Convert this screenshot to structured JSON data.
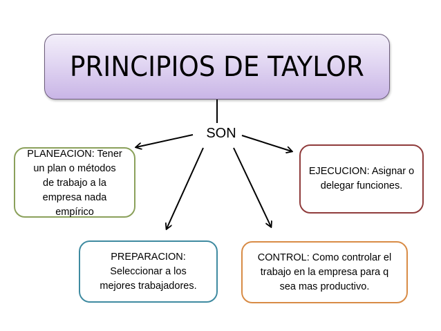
{
  "diagram": {
    "title": "PRINCIPIOS DE TAYLOR",
    "connector_label": "SON",
    "colors": {
      "title_fill_top": "#f3effa",
      "title_fill_bottom": "#c9b5e6",
      "title_border": "#6b5b7a",
      "planeacion_border": "#8aa05a",
      "ejecucion_border": "#8f3b3b",
      "preparacion_border": "#3e8aa0",
      "control_border": "#d88b45",
      "arrow": "#000000"
    },
    "nodes": [
      {
        "id": "planeacion",
        "text": "PLANEACION: Tener un plan o métodos de trabajo a la empresa nada empírico",
        "lines": [
          "PLANEACION: Tener",
          "un plan o métodos",
          "de trabajo a la",
          "empresa nada",
          "empírico"
        ]
      },
      {
        "id": "ejecucion",
        "text": "EJECUCION: Asignar o delegar funciones.",
        "lines": [
          "EJECUCION: Asignar o",
          "delegar funciones."
        ]
      },
      {
        "id": "preparacion",
        "text": "PREPARACION: Seleccionar a los mejores trabajadores.",
        "lines": [
          "PREPARACION:",
          "Seleccionar a los",
          "mejores trabajadores."
        ]
      },
      {
        "id": "control",
        "text": "CONTROL: Como controlar el trabajo en la empresa para q sea mas productivo.",
        "lines": [
          "CONTROL: Como controlar el",
          "trabajo en la empresa para q",
          "sea mas productivo."
        ]
      }
    ],
    "edges": [
      {
        "from": "title",
        "to": "SON",
        "type": "line"
      },
      {
        "from": "SON",
        "to": "planeacion",
        "type": "arrow"
      },
      {
        "from": "SON",
        "to": "ejecucion",
        "type": "arrow"
      },
      {
        "from": "SON",
        "to": "preparacion",
        "type": "arrow"
      },
      {
        "from": "SON",
        "to": "control",
        "type": "arrow"
      }
    ]
  }
}
